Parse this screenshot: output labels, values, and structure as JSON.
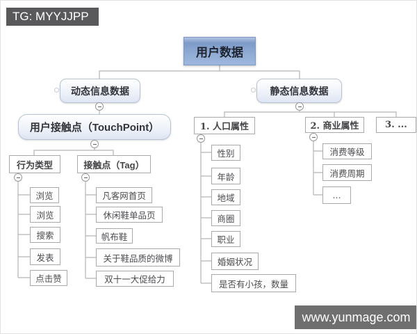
{
  "watermarks": {
    "top_left": "TG: MYYJJPP",
    "bottom_right": "www.yunmage.com"
  },
  "colors": {
    "banner-bg": "#59595b",
    "site-banner-bg": "#6f6f6f",
    "root-border": "#7f98c2",
    "node-border": "#b9c2d4",
    "leaf-border": "#a9a9a9",
    "line": "#b4b4b4"
  },
  "tree": {
    "label": "用户数据",
    "children": [
      {
        "label": "动态信息数据",
        "children": [
          {
            "label": "用户接触点（TouchPoint）",
            "children": [
              {
                "label": "行为类型",
                "children": [
                  {
                    "label": "浏览"
                  },
                  {
                    "label": "浏览"
                  },
                  {
                    "label": "搜索"
                  },
                  {
                    "label": "发表"
                  },
                  {
                    "label": "点击赞"
                  }
                ]
              },
              {
                "label": "接触点（Tag）",
                "children": [
                  {
                    "label": "凡客网首页"
                  },
                  {
                    "label": "休闲鞋单品页"
                  },
                  {
                    "label": "帆布鞋"
                  },
                  {
                    "label": "关于鞋品质的微博"
                  },
                  {
                    "label": "双十一大促给力"
                  }
                ]
              }
            ]
          }
        ]
      },
      {
        "label": "静态信息数据",
        "children": [
          {
            "label": "1. 人口属性",
            "children": [
              {
                "label": "性别"
              },
              {
                "label": "年龄"
              },
              {
                "label": "地域"
              },
              {
                "label": "商圈"
              },
              {
                "label": "职业"
              },
              {
                "label": "婚姻状况"
              },
              {
                "label": "是否有小孩，数量"
              }
            ]
          },
          {
            "label": "2. 商业属性",
            "children": [
              {
                "label": "消费等级"
              },
              {
                "label": "消费周期"
              },
              {
                "label": "..."
              }
            ]
          },
          {
            "label": "3. ..."
          }
        ]
      }
    ]
  }
}
